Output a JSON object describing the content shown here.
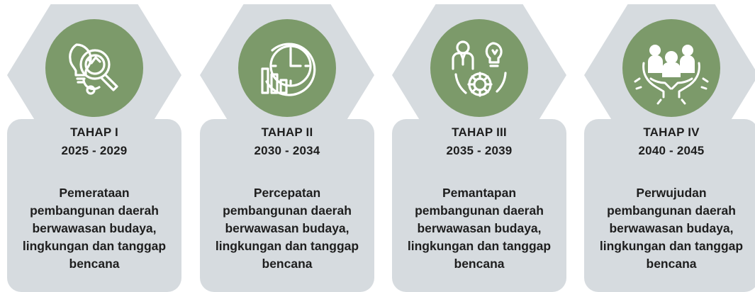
{
  "stages": [
    {
      "title": "TAHAP I",
      "years": "2025 - 2029",
      "icon": "innovation-icon",
      "desc": [
        "Pemerataan",
        "pembangunan daerah",
        "berwawasan budaya,",
        "lingkungan dan tanggap",
        "bencana"
      ]
    },
    {
      "title": "TAHAP II",
      "years": "2030 - 2034",
      "icon": "clock-growth-icon",
      "desc": [
        "Percepatan",
        "pembangunan daerah",
        "berwawasan budaya,",
        "lingkungan dan tanggap",
        "bencana"
      ]
    },
    {
      "title": "TAHAP III",
      "years": "2035 - 2039",
      "icon": "person-idea-gear-icon",
      "desc": [
        "Pemantapan",
        "pembangunan daerah",
        "berwawasan budaya,",
        "lingkungan dan tanggap",
        "bencana"
      ]
    },
    {
      "title": "TAHAP IV",
      "years": "2040 - 2045",
      "icon": "community-hands-icon",
      "desc": [
        "Perwujudan",
        "pembangunan daerah",
        "berwawasan budaya,",
        "lingkungan dan tanggap",
        "bencana"
      ]
    }
  ],
  "colors": {
    "panel": "#d6dbdf",
    "circle": "#7c9a6a",
    "icon_stroke": "#ffffff",
    "text": "#1e1e1e"
  }
}
